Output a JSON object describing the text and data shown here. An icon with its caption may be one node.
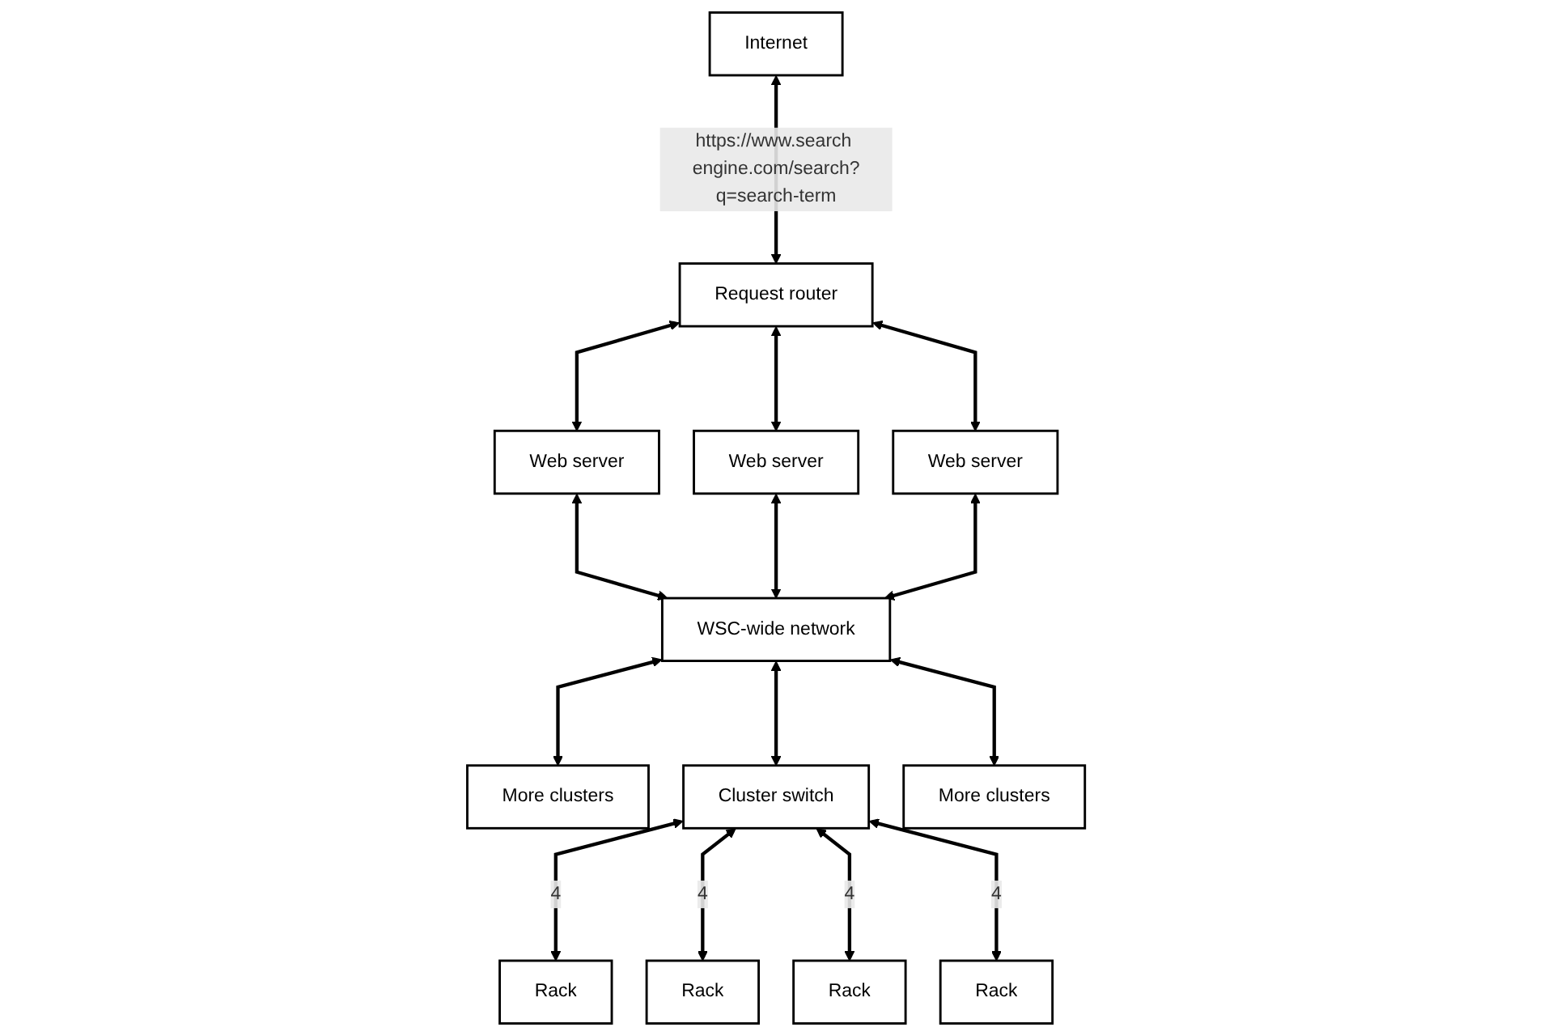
{
  "diagram": {
    "nodes": [
      {
        "text": [
          "Internet"
        ]
      },
      {
        "text": [
          "Request router"
        ]
      },
      {
        "text": [
          "Web server"
        ]
      },
      {
        "text": [
          "Web server"
        ]
      },
      {
        "text": [
          "Web server"
        ]
      },
      {
        "text": [
          "WSC-wide network"
        ]
      },
      {
        "text": [
          "More clusters"
        ]
      },
      {
        "text": [
          "Cluster switch"
        ]
      },
      {
        "text": [
          "More clusters"
        ]
      },
      {
        "text": [
          "Rack"
        ]
      },
      {
        "text": [
          "Rack"
        ]
      },
      {
        "text": [
          "Rack"
        ]
      },
      {
        "text": [
          "Rack"
        ]
      }
    ],
    "edges": [
      {
        "from": 0,
        "to": 1,
        "arrow": "both",
        "label": "https://www.search engine.com/search?q=search-term"
      },
      {
        "from": 1,
        "to": 2,
        "arrow": "both"
      },
      {
        "from": 1,
        "to": 3,
        "arrow": "both"
      },
      {
        "from": 1,
        "to": 4,
        "arrow": "both"
      },
      {
        "from": 2,
        "to": 5,
        "arrow": "both"
      },
      {
        "from": 3,
        "to": 5,
        "arrow": "both"
      },
      {
        "from": 4,
        "to": 5,
        "arrow": "both"
      },
      {
        "from": 5,
        "to": 6,
        "arrow": "both"
      },
      {
        "from": 5,
        "to": 7,
        "arrow": "both"
      },
      {
        "from": 5,
        "to": 8,
        "arrow": "both"
      },
      {
        "from": 7,
        "to": 9,
        "arrow": "both",
        "label": "4"
      },
      {
        "from": 7,
        "to": 10,
        "arrow": "both",
        "label": "4"
      },
      {
        "from": 7,
        "to": 11,
        "arrow": "both",
        "label": "4"
      },
      {
        "from": 7,
        "to": 12,
        "arrow": "both",
        "label": "4"
      }
    ]
  }
}
